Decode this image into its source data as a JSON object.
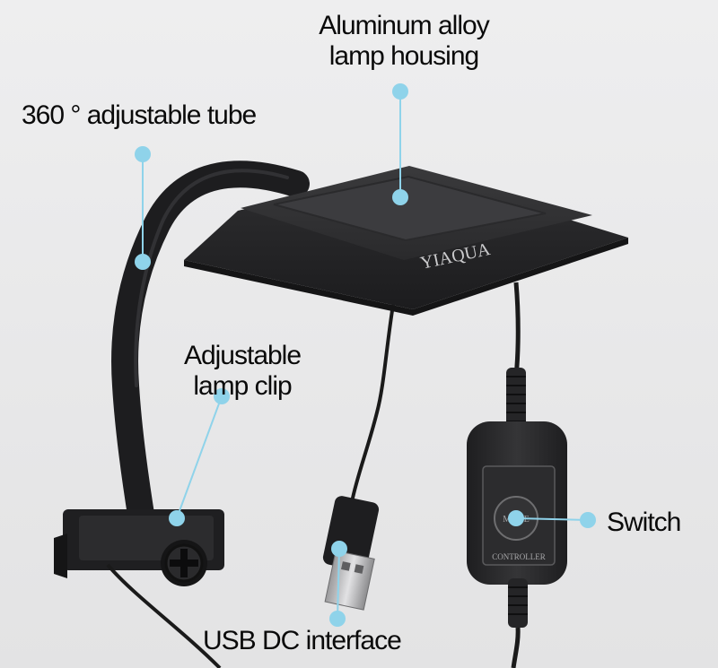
{
  "labels": {
    "housing_line1": "Aluminum alloy",
    "housing_line2": "lamp housing",
    "tube": "360 ° adjustable tube",
    "clip_line1": "Adjustable",
    "clip_line2": "lamp clip",
    "switch": "Switch",
    "usb": "USB DC interface"
  },
  "product": {
    "brand_logo": "YIAQUA",
    "mode_text": "MODE",
    "controller_text": "CONTROLLER"
  },
  "colors": {
    "background": "#e9e9ea",
    "callout": "#8fd3ea",
    "product_black": "#222222"
  }
}
